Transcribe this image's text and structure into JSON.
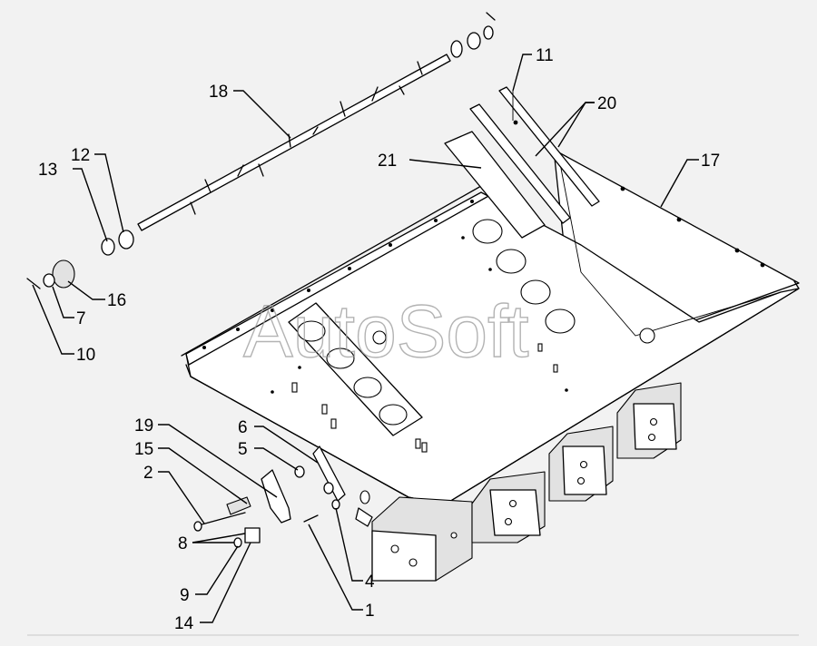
{
  "watermark": "AutoSoft",
  "labels": {
    "l1": "1",
    "l2": "2",
    "l4": "4",
    "l5": "5",
    "l6": "6",
    "l7": "7",
    "l8": "8",
    "l9": "9",
    "l10": "10",
    "l11": "11",
    "l12": "12",
    "l13": "13",
    "l14": "14",
    "l15": "15",
    "l16": "16",
    "l17": "17",
    "l18": "18",
    "l19": "19",
    "l20": "20",
    "l21": "21"
  }
}
